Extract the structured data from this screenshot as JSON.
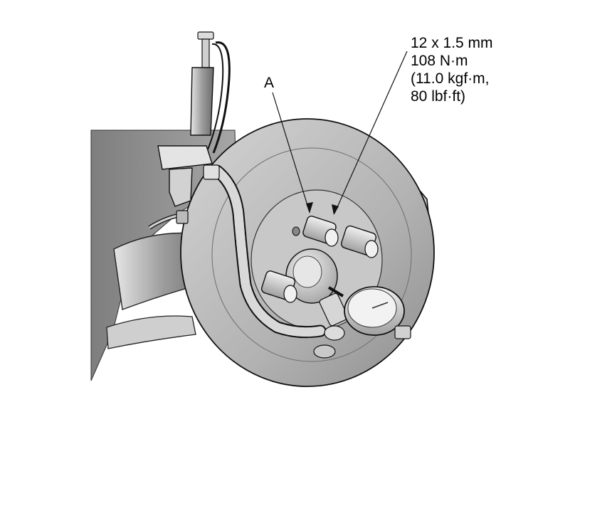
{
  "callouts": {
    "part_label": "A",
    "spec_lines": [
      "12 x 1.5 mm",
      "108 N·m",
      "(11.0 kgf·m,",
      "80 lbf·ft)"
    ]
  },
  "colors": {
    "line": "#111111",
    "body_shade": "#8c8c8c",
    "rotor": "#bdbdbd",
    "rotor_dark": "#8f8f8f",
    "metal_light": "#e3e3e3",
    "metal_mid": "#a8a8a8",
    "hub": "#d2d2d2",
    "gauge_face": "#f2f2f2"
  }
}
